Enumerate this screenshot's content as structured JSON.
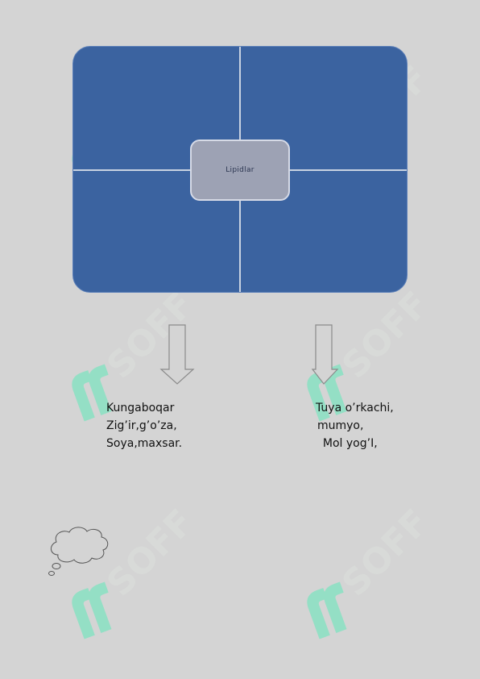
{
  "diagram": {
    "center_label": "Lipidlar"
  },
  "left_column": {
    "lines": [
      "Kungaboqar",
      "Zig’ir,g’o’za,",
      "Soya,maxsar."
    ]
  },
  "right_column": {
    "lines": [
      "Tuya o’rkachi,",
      "mumyo,",
      "  Mol yog’I,"
    ]
  },
  "watermark": {
    "text": "SOFF",
    "color_mark": "#7fe3c0",
    "color_letters": "#dadcda"
  }
}
